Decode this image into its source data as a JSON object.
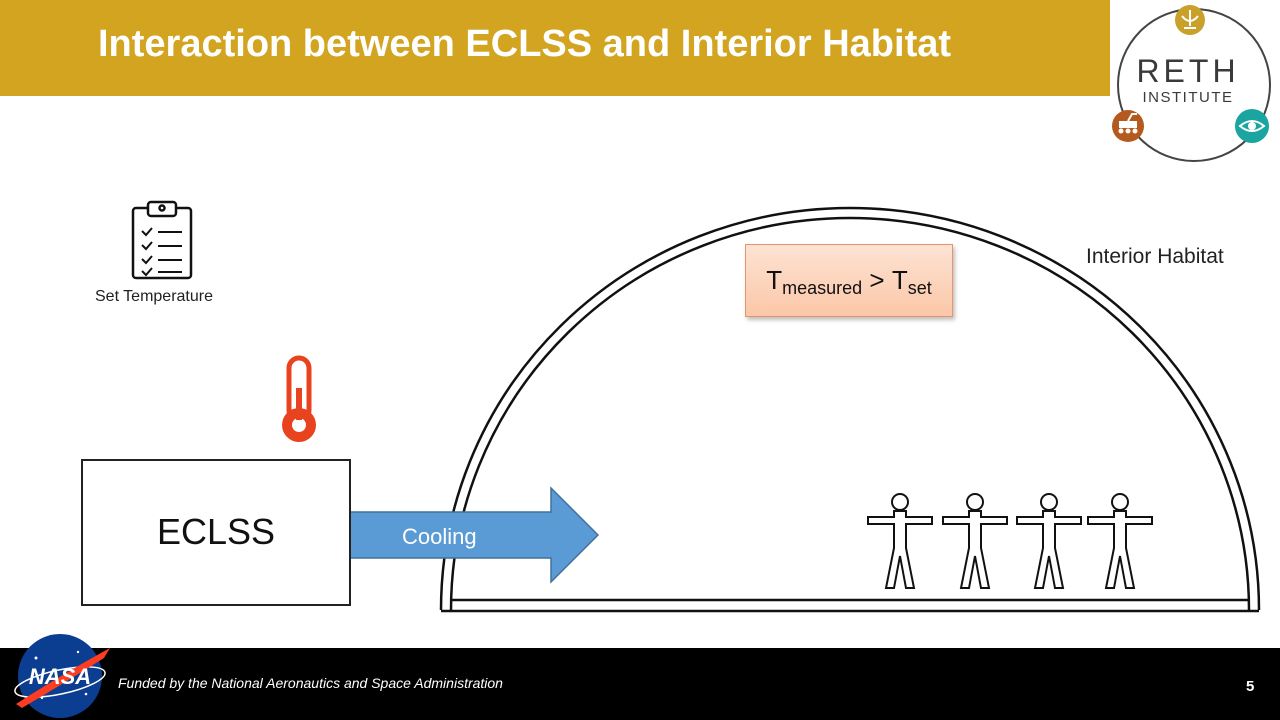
{
  "slide": {
    "title": "Interaction between ECLSS and Interior Habitat",
    "page_number": "5"
  },
  "logo": {
    "word": "RETH",
    "sub": "INSTITUTE"
  },
  "diagram": {
    "set_temperature_label": "Set Temperature",
    "eclss_label": "ECLSS",
    "cooling_label": "Cooling",
    "habitat_label": "Interior Habitat",
    "condition": {
      "left_var": "T",
      "left_sub": "measured",
      "operator": ">",
      "right_var": "T",
      "right_sub": "set"
    },
    "crew_count": 4
  },
  "footer": {
    "funding_text": "Funded by the National Aeronautics and Space Administration",
    "nasa_logo_text": "NASA"
  },
  "colors": {
    "title_bar": "#d2a420",
    "arrow": "#5b9bd5",
    "thermometer": "#e8431e",
    "condition_box": "#fbc7a8",
    "footer": "#000000"
  }
}
